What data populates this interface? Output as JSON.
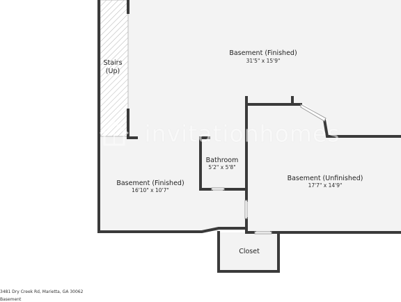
{
  "rooms": {
    "basement_finished_top": {
      "name": "Basement (Finished)",
      "dims": "31'5\" x 15'9\""
    },
    "stairs": {
      "name_line1": "Stairs",
      "name_line2": "(Up)"
    },
    "bathroom": {
      "name": "Bathroom",
      "dims": "5'2\" x 5'8\""
    },
    "basement_finished_left": {
      "name": "Basement (Finished)",
      "dims": "16'10\" x 10'7\""
    },
    "basement_unfinished": {
      "name": "Basement (Unfinished)",
      "dims": "17'7\" x 14'9\""
    },
    "closet": {
      "name": "Closet"
    }
  },
  "watermark": {
    "text": "invitationhomes",
    "logo_icon": "house-logo-icon"
  },
  "footer": {
    "address": "3481 Dry Creek Rd, Marietta, GA 30062",
    "floor": "Basement"
  }
}
